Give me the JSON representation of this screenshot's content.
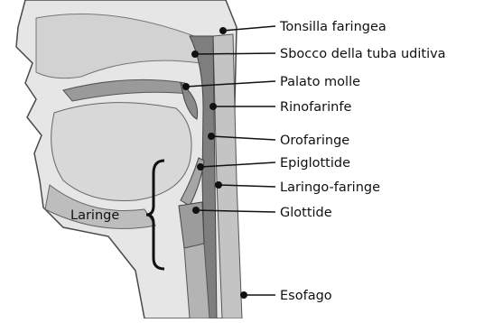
{
  "colors": {
    "background": "#ffffff",
    "tissue_light": "#e9e9e9",
    "tissue_mid": "#c9c9c9",
    "tissue_dark": "#8c8c8c",
    "outline": "#3a3a3a",
    "leader": "#111111"
  },
  "labels": {
    "tonsilla": "Tonsilla faringea",
    "sbocco": "Sbocco della tuba uditiva",
    "palato": "Palato molle",
    "rinofaringe": "Rinofarinfe",
    "orofaringe": "Orofaringe",
    "epiglottide": "Epiglottide",
    "laringofaringe": "Laringo-faringe",
    "glottide": "Glottide",
    "esofago": "Esofago",
    "laringe": "Laringe"
  }
}
